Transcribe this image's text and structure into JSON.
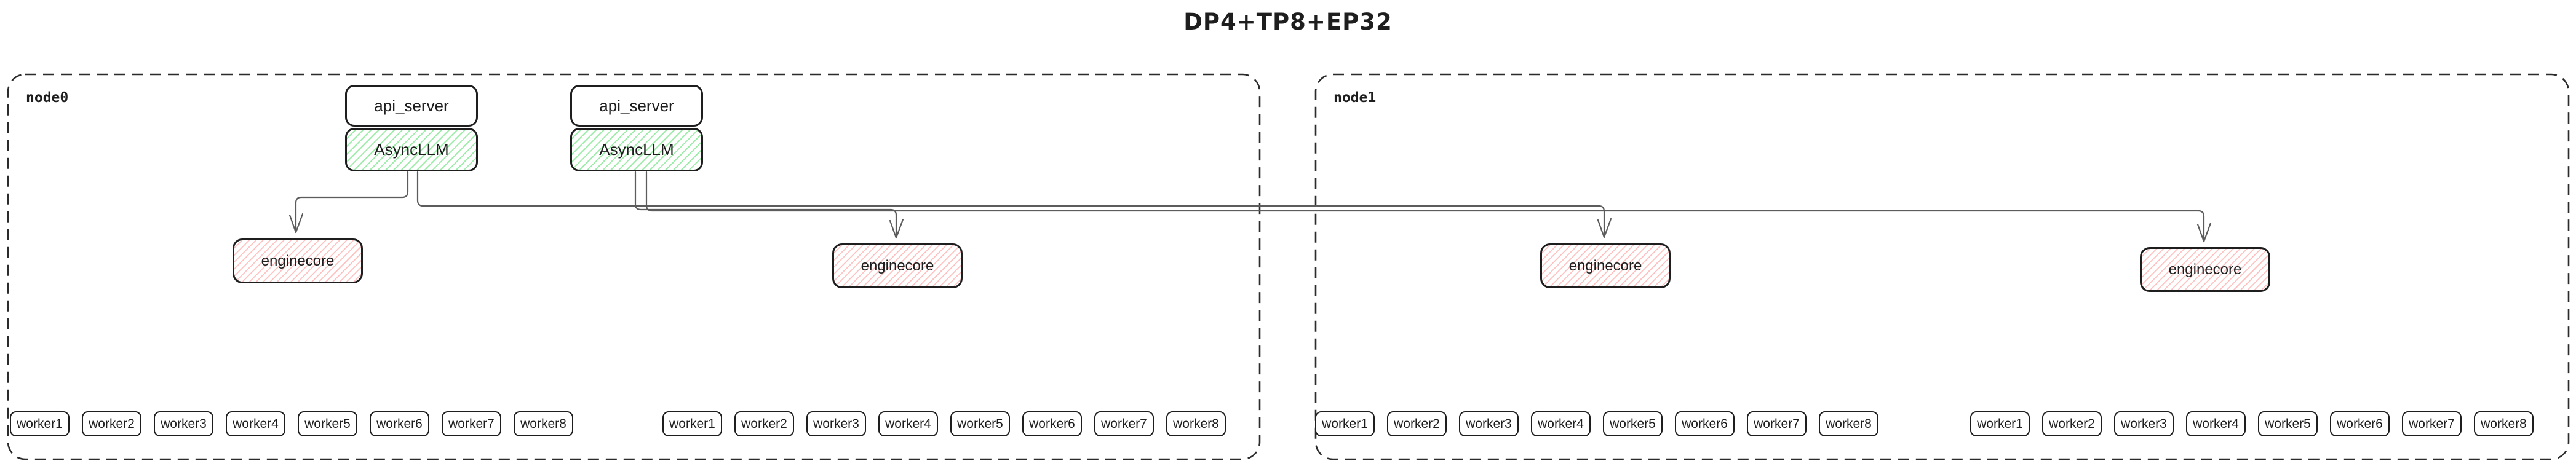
{
  "title": "DP4+TP8+EP32",
  "nodes": [
    {
      "label": "node0"
    },
    {
      "label": "node1"
    }
  ],
  "boxes": {
    "api_server": "api_server",
    "asyncllm": "AsyncLLM",
    "enginecore": "enginecore"
  },
  "workers": [
    "worker1",
    "worker2",
    "worker3",
    "worker4",
    "worker5",
    "worker6",
    "worker7",
    "worker8"
  ],
  "colors": {
    "hatch_green": "rgba(140,233,154,0.85)",
    "hatch_red": "rgba(255,179,179,0.8)",
    "box_border": "#1e1e1e",
    "connector": "#5c5c5c",
    "node_border": "#2b2b2b",
    "text": "#1e1e1e",
    "background": "#ffffff"
  }
}
